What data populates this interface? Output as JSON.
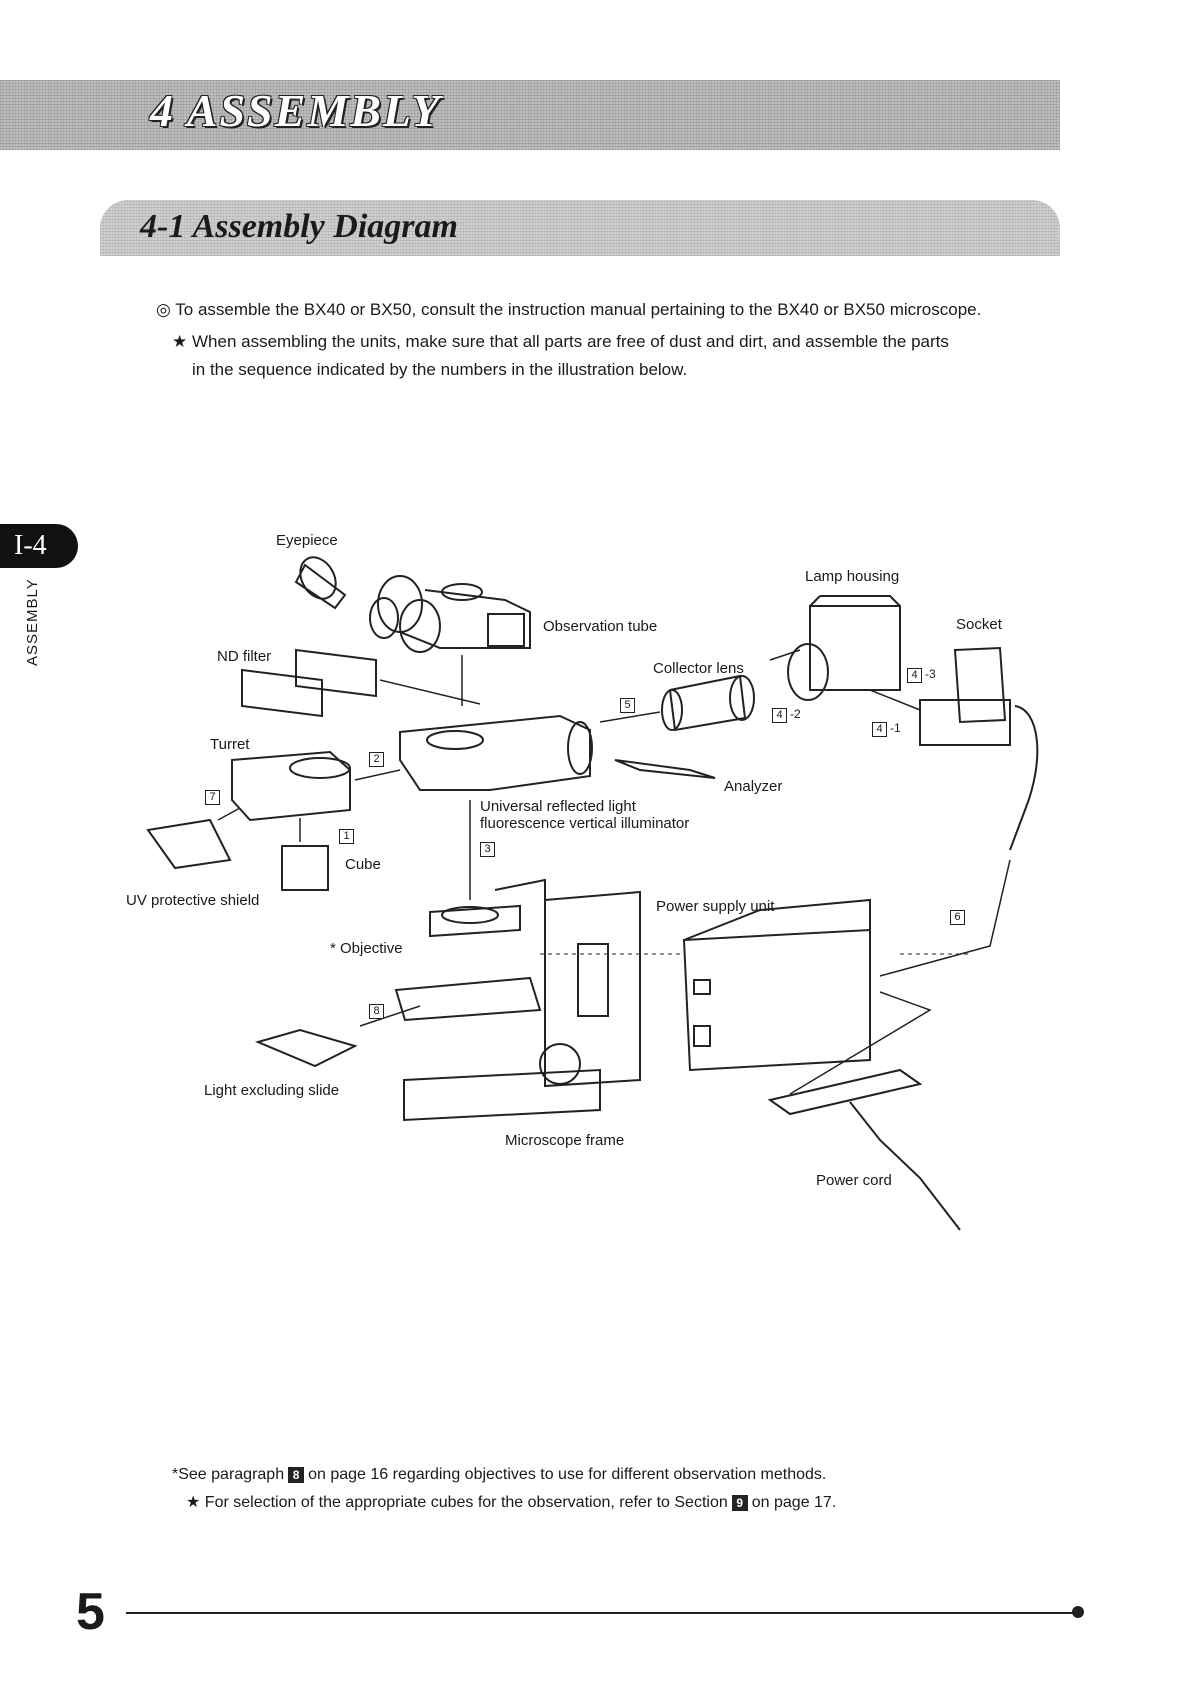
{
  "header": {
    "section_number": "4",
    "section_title": "ASSEMBLY",
    "subsection_title": "4-1 Assembly Diagram"
  },
  "intro": {
    "note1_symbol": "◎",
    "note1": "To assemble the BX40 or BX50, consult the instruction manual pertaining to the BX40 or BX50 microscope.",
    "note2_symbol": "★",
    "note2_line1": "When assembling the units, make sure that all parts are free of dust and dirt, and assemble the parts",
    "note2_line2": "in the sequence indicated by the numbers in the illustration below."
  },
  "side_tab": {
    "code": "I-4",
    "label": "ASSEMBLY"
  },
  "diagram": {
    "labels": {
      "eyepiece": "Eyepiece",
      "observation_tube": "Observation tube",
      "nd_filter": "ND filter",
      "lamp_housing": "Lamp housing",
      "socket": "Socket",
      "collector_lens": "Collector lens",
      "turret": "Turret",
      "analyzer": "Analyzer",
      "illuminator_line1": "Universal reflected light",
      "illuminator_line2": "fluorescence vertical illuminator",
      "cube": "Cube",
      "uv_shield": "UV protective shield",
      "power_supply": "Power supply unit",
      "objective": "* Objective",
      "light_slide": "Light excluding slide",
      "frame": "Microscope frame",
      "power_cord": "Power cord"
    },
    "steps": {
      "s1": "1",
      "s2": "2",
      "s3": "3",
      "s4_1": "4",
      "s4_1_suffix": "-1",
      "s4_2": "4",
      "s4_2_suffix": "-2",
      "s4_3": "4",
      "s4_3_suffix": "-3",
      "s5": "5",
      "s6": "6",
      "s7": "7",
      "s8": "8"
    }
  },
  "footnotes": {
    "f1_prefix": "*See paragraph",
    "f1_box": "8",
    "f1_suffix": "on page 16 regarding objectives to use for different observation methods.",
    "f2_prefix": "★ For selection of the appropriate cubes for the observation, refer to Section",
    "f2_box": "9",
    "f2_suffix": "on page 17."
  },
  "page_number": "5"
}
